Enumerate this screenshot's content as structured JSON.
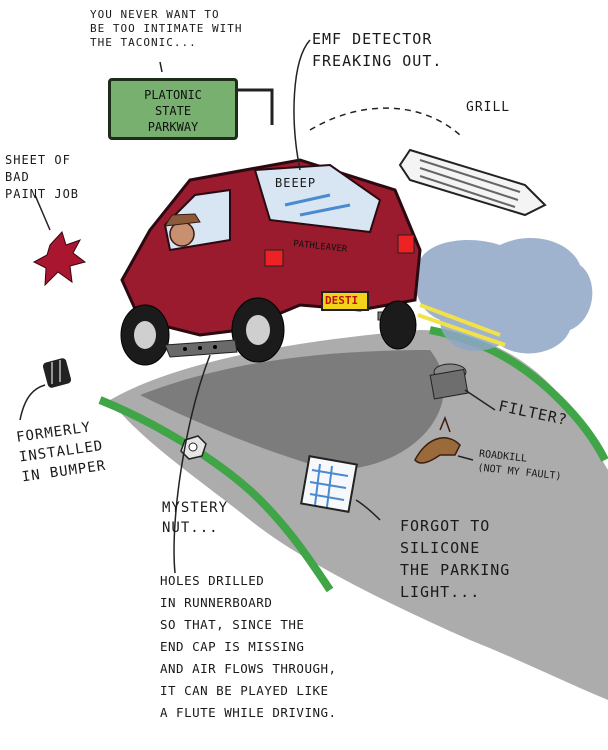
{
  "captions": {
    "taconic": "YOU NEVER WANT TO\nBE TOO INTIMATE WITH\nTHE TACONIC...",
    "emf": "EMF DETECTOR\nFREAKING OUT.",
    "grill": "GRILL",
    "paint": "SHEET OF\nBAD\nPAINT JOB",
    "bumper": "FORMERLY\nINSTALLED\nIN BUMPER",
    "filter": "FILTER?",
    "roadkill": "ROADKILL\n(NOT MY FAULT)",
    "nut": "MYSTERY\nNUT...",
    "silicone": "FORGOT TO\nSILICONE\nTHE PARKING\nLIGHT...",
    "flute": "HOLES DRILLED\nIN RUNNERBOARD\nSO THAT, SINCE THE\nEND CAP IS MISSING\nAND AIR FLOWS THROUGH,\nIT CAN BE PLAYED LIKE\nA FLUTE WHILE DRIVING."
  },
  "sign": {
    "text": "PLATONIC\nSTATE\nPARKWAY"
  },
  "vehicle": {
    "window_text": "BEEEP",
    "door_text": "PATHLEAVER",
    "plate": "DESTI"
  },
  "colors": {
    "car_body": "#9a1a2e",
    "sign_green": "#78b070",
    "road_grey": "#9a9a9a",
    "grass": "#3fa547",
    "smoke": "#8ea6c6",
    "plate_yellow": "#f2d21a"
  }
}
